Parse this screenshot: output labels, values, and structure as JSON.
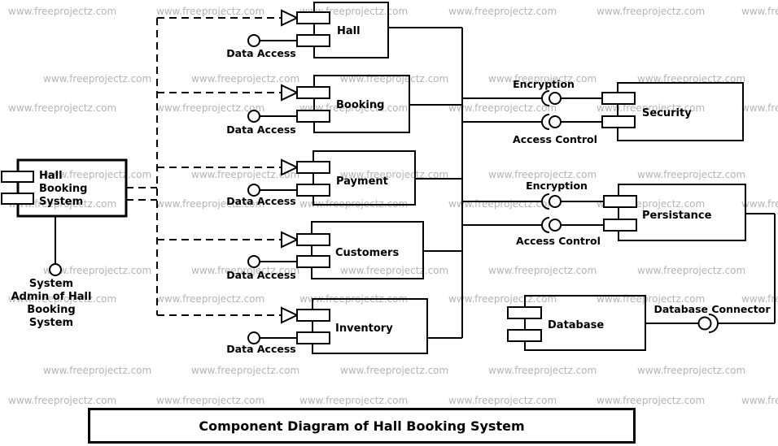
{
  "diagram": {
    "title": "Component Diagram of Hall Booking System",
    "watermark": "www.freeprojectz.com"
  },
  "components": {
    "main": "Hall Booking System",
    "hall": "Hall",
    "booking": "Booking",
    "payment": "Payment",
    "customers": "Customers",
    "inventory": "Inventory",
    "security": "Security",
    "persistance": "Persistance",
    "database": "Database"
  },
  "actor": "System Admin of Hall Booking System",
  "interfaces": {
    "data_access": "Data Access",
    "encryption": "Encryption",
    "access_control": "Access Control",
    "database_connector": "Database Connector"
  },
  "colors": {
    "line": "#000000",
    "watermark": "#b4b4b4",
    "background": "#ffffff"
  }
}
